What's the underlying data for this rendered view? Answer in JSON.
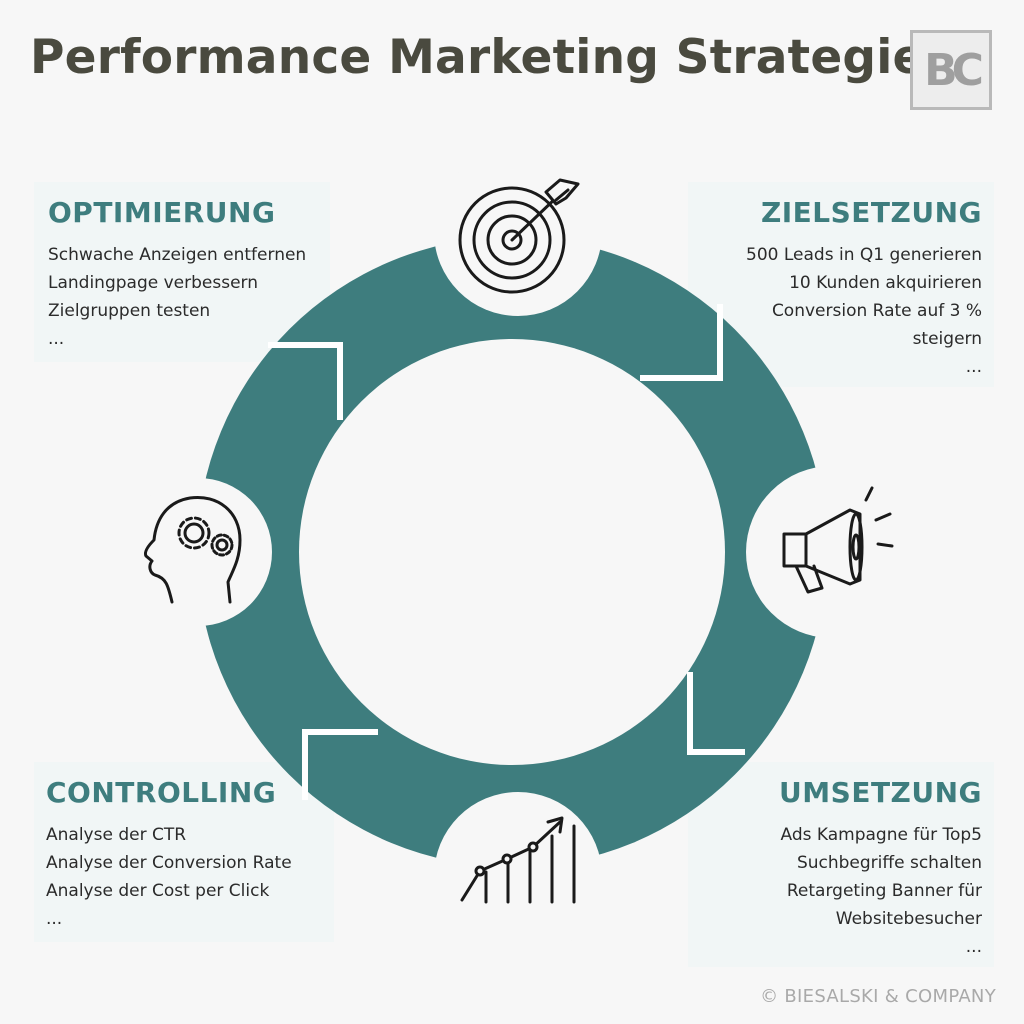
{
  "header": {
    "title": "Performance Marketing Strategie",
    "logo_text": "BC"
  },
  "colors": {
    "ring": "#3e7d7e",
    "title": "#4a4a3f",
    "panel_heading": "#3e7d7e",
    "panel_bg": "#f1f6f6",
    "background": "#f7f7f7"
  },
  "panels": {
    "optimierung": {
      "title": "OPTIMIERUNG",
      "items": [
        "Schwache Anzeigen entfernen",
        "Landingpage verbessern",
        "Zielgruppen testen",
        "..."
      ]
    },
    "zielsetzung": {
      "title": "ZIELSETZUNG",
      "items": [
        "500 Leads in Q1 generieren",
        "10 Kunden akquirieren",
        "Conversion Rate auf 3 %",
        "steigern",
        "..."
      ]
    },
    "controlling": {
      "title": "CONTROLLING",
      "items": [
        "Analyse der CTR",
        "Analyse der Conversion Rate",
        "Analyse der Cost per Click",
        "..."
      ]
    },
    "umsetzung": {
      "title": "UMSETZUNG",
      "items": [
        "Ads Kampagne für Top5",
        "Suchbegriffe schalten",
        "Retargeting Banner für",
        "Websitebesucher",
        "..."
      ]
    }
  },
  "icons": {
    "top": "target-arrow-icon",
    "right": "megaphone-icon",
    "bottom": "growth-chart-icon",
    "left": "head-gears-icon"
  },
  "footer": {
    "copyright": "© BIESALSKI & COMPANY"
  }
}
